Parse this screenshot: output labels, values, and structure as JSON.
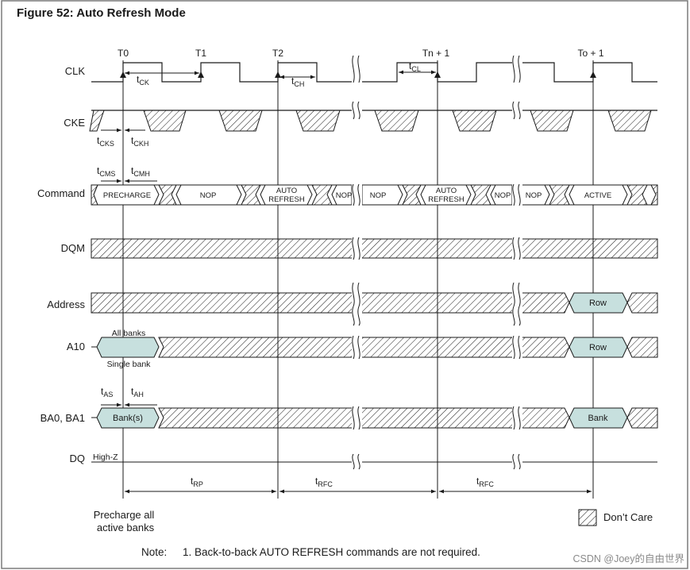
{
  "figure": {
    "title": "Figure 52: Auto Refresh Mode"
  },
  "signals": {
    "clk": "CLK",
    "cke": "CKE",
    "command": "Command",
    "dqm": "DQM",
    "address": "Address",
    "a10": "A10",
    "ba": "BA0, BA1",
    "dq": "DQ"
  },
  "clock_labels": [
    "T0",
    "T1",
    "T2",
    "Tn + 1",
    "To + 1"
  ],
  "timing": {
    "t": "t",
    "ck": "CK",
    "ch": "CH",
    "cl": "CL",
    "cks": "CKS",
    "ckh": "CKH",
    "cms": "CMS",
    "cmh": "CMH",
    "as": "AS",
    "ah": "AH",
    "rp": "RP",
    "rfc1": "RFC",
    "rfc2": "RFC"
  },
  "commands": {
    "precharge": "PRECHARGE",
    "nop1": "NOP",
    "auto1_a": "AUTO",
    "auto1_b": "REFRESH",
    "nop2": "NOP",
    "nop3": "NOP",
    "auto2_a": "AUTO",
    "auto2_b": "REFRESH",
    "nop4": "NOP",
    "nop5": "NOP",
    "active": "ACTIVE"
  },
  "values": {
    "row_addr": "Row",
    "row_a10": "Row",
    "all_banks": "All banks",
    "single_bank": "Single bank",
    "banks": "Bank(s)",
    "bank": "Bank",
    "highz": "High-Z"
  },
  "annotations": {
    "precharge_line1": "Precharge all",
    "precharge_line2": "active banks"
  },
  "legend": {
    "dont_care": "Don’t Care"
  },
  "note": {
    "label": "Note:",
    "text": "1.  Back-to-back AUTO REFRESH commands are not required."
  },
  "watermark": "CSDN @Joey的自由世界",
  "colors": {
    "bus_fill": "#c7e0de",
    "line": "#1a1a1a",
    "frame": "#7a7a7a"
  }
}
